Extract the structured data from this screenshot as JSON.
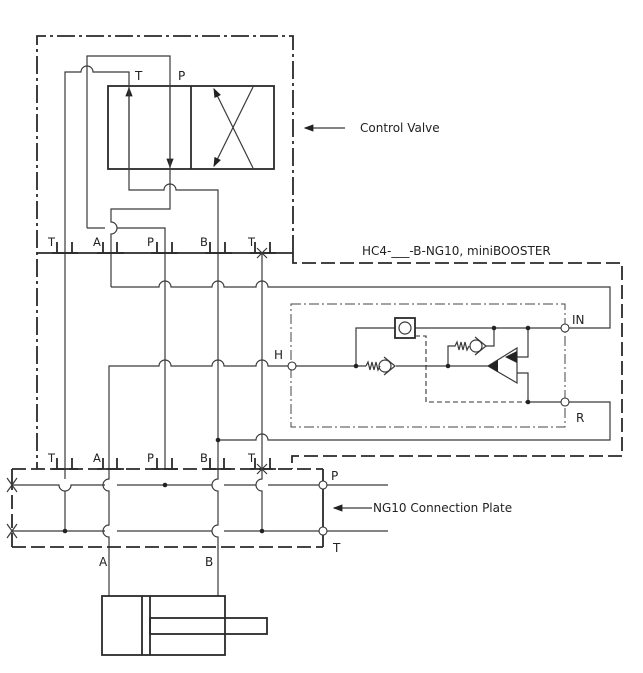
{
  "labels": {
    "control_valve": "Control Valve",
    "booster": "HC4-___-B-NG10, miniBOOSTER",
    "connection_plate": "NG10 Connection Plate"
  },
  "valve_ports": {
    "t": "T",
    "p": "P"
  },
  "upper_ports": [
    "T",
    "A",
    "P",
    "B",
    "T"
  ],
  "lower_ports": [
    "T",
    "A",
    "P",
    "B",
    "T"
  ],
  "booster_ports": {
    "h": "H",
    "in": "IN",
    "r": "R"
  },
  "plate_ports": {
    "p": "P",
    "t": "T"
  },
  "cylinder_ports": {
    "a": "A",
    "b": "B"
  }
}
